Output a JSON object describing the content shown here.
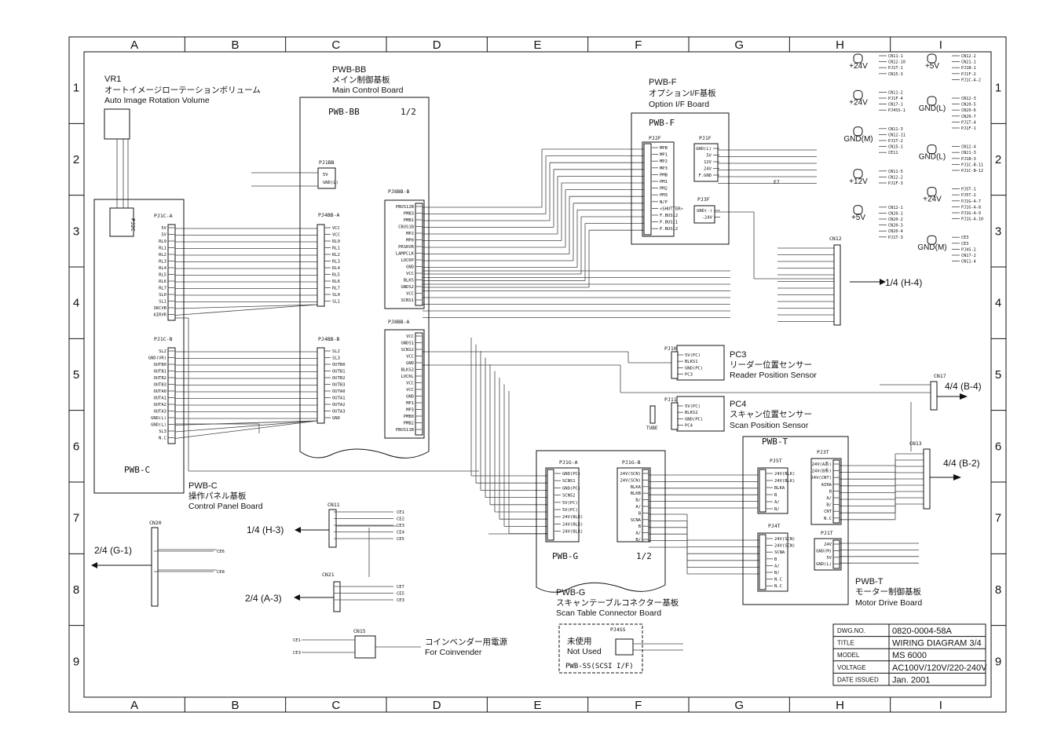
{
  "grid": {
    "columns": [
      "A",
      "B",
      "C",
      "D",
      "E",
      "F",
      "G",
      "H",
      "I"
    ],
    "rows": [
      "1",
      "2",
      "3",
      "4",
      "5",
      "6",
      "7",
      "8",
      "9"
    ]
  },
  "boards": {
    "vr1": {
      "id": "VR1",
      "jp": "オートイメージローテーションボリューム",
      "en": "Auto Image Rotation Volume"
    },
    "pwb_bb": {
      "id": "PWB-BB",
      "jp": "メイン制御基板",
      "en": "Main Control Board",
      "inner": "PWB-BB",
      "page": "1/2"
    },
    "pwb_f": {
      "id": "PWB-F",
      "jp": "オプションI/F基板",
      "en": "Option I/F Board",
      "inner": "PWB-F"
    },
    "pwb_c": {
      "id": "PWB-C",
      "jp": "操作パネル基板",
      "en": "Control Panel Board",
      "inner": "PWB-C"
    },
    "pwb_g": {
      "id": "PWB-G",
      "jp": "スキャンテーブルコネクター基板",
      "en": "Scan Table Connector Board",
      "inner": "PWB-G",
      "page": "1/2"
    },
    "pwb_t": {
      "id": "PWB-T",
      "jp": "モーター制御基板",
      "en": "Motor Drive Board",
      "inner": "PWB-T"
    },
    "pc3": {
      "id": "PC3",
      "jp": "リーダー位置センサー",
      "en": "Reader Position Sensor"
    },
    "pc4": {
      "id": "PC4",
      "jp": "スキャン位置センサー",
      "en": "Scan Position Sensor"
    },
    "coin": {
      "jp": "コインベンダー用電源",
      "en": "For Coinvender"
    },
    "pwb_ss": {
      "unused_jp": "未使用",
      "unused_en": "Not Used",
      "inner": "PWB-SS(SCSI I/F)",
      "conn": "PJ4SS"
    }
  },
  "connectors": {
    "pj1c_a": {
      "name": "PJ1C-A",
      "pins": [
        "5V",
        "5V",
        "RL9",
        "RL1",
        "RL2",
        "RL3",
        "RL4",
        "RL5",
        "RL6",
        "RL7",
        "SL0",
        "SL1",
        "SKCVB",
        "AIRVR"
      ]
    },
    "pj1c_b": {
      "name": "PJ1C-B",
      "pins": [
        "SL2",
        "GND(VR)",
        "OUTB0",
        "OUTB1",
        "OUTB2",
        "OUTB3",
        "OUTA0",
        "OUTA1",
        "OUTA2",
        "OUTA3",
        "GND(L)",
        "GND(L)",
        "SL3",
        "N.C"
      ]
    },
    "pj4bb_a": {
      "name": "PJ4BB-A",
      "pins": [
        "VCC",
        "VCC",
        "RL9",
        "RL1",
        "RL2",
        "RL3",
        "RL4",
        "RL5",
        "RL6",
        "RL7",
        "SL0",
        "SL1"
      ]
    },
    "pj4bb_b": {
      "name": "PJ4BB-B",
      "pins": [
        "SL2",
        "SL3",
        "OUTB0",
        "OUTB1",
        "OUTB2",
        "OUTB3",
        "OUTA0",
        "OUTA1",
        "OUTA2",
        "OUTA3",
        "GND"
      ]
    },
    "pj1bb": {
      "name": "PJ1BB",
      "pins": [
        "5V",
        "GND(L)"
      ]
    },
    "pj8bb_b": {
      "name": "PJ8BB-B",
      "pins": [
        "PBUS12B",
        "PMB3",
        "PMB1",
        "CBUS1B",
        "MP2",
        "MP0",
        "PRSRVR",
        "LAMPCLK",
        "LOCKP",
        "GND",
        "VCC",
        "BLKS",
        "GNDS2",
        "VCC",
        "SCNS1"
      ]
    },
    "pj8bb_a": {
      "name": "PJ8BB-A",
      "pins": [
        "VCC",
        "GNDS1",
        "SCNS2",
        "VCC",
        "GND",
        "BLKS2",
        "LOCKL",
        "VCC",
        "VCC",
        "GND",
        "MP1",
        "MP3",
        "PMB0",
        "PMB2",
        "PBUS11B"
      ]
    },
    "pj2f": {
      "name": "PJ2F",
      "pins": [
        "MPB",
        "MP1",
        "MP2",
        "MP3",
        "PMB",
        "PM1",
        "PM2",
        "PM3",
        "N/P",
        "<SHUTTER>",
        "F.BUS12",
        "P.BUS11",
        "P.BUS12"
      ]
    },
    "pj1f": {
      "name": "PJ1F",
      "pins": [
        "GND(L)",
        "5V",
        "12V",
        "24V",
        "F.GND"
      ]
    },
    "pj3f": {
      "name": "PJ3F",
      "pins": [
        "GND(-)",
        "-24V"
      ]
    },
    "pj10": {
      "name": "PJ10",
      "pins": [
        "5V(PC)",
        "BLKS1",
        "GND(PC)",
        "PC3"
      ]
    },
    "pj11": {
      "name": "PJ11",
      "pins": [
        "5V(PC)",
        "BLKS2",
        "GND(PC)",
        "PC4"
      ]
    },
    "pj1g_a": {
      "name": "PJ1G-A",
      "pins": [
        "GND(PC)",
        "SCNS1",
        "GND(PC)",
        "SCNS2",
        "5V(PC)",
        "5V(PC)",
        "24V(BLK)",
        "24V(BLK)",
        "24V(BLK)"
      ]
    },
    "pj1g_b": {
      "name": "PJ1G-B",
      "pins": [
        "24V(SCN)",
        "24V(SCN)",
        "BLKA",
        "BLKB",
        "B/",
        "A/",
        "B",
        "SCNA",
        "B",
        "A/",
        "B/"
      ]
    },
    "pj5t": {
      "name": "PJ5T",
      "pins": [
        "24V(BLK)",
        "24V(BLK)",
        "BLKA",
        "B",
        "A/",
        "B/"
      ]
    },
    "pj4t": {
      "name": "PJ4T",
      "pins": [
        "24V(SCN)",
        "24V(SCN)",
        "SCNA",
        "B",
        "A/",
        "B/",
        "N.C",
        "N.C"
      ]
    },
    "pj3t": {
      "name": "PJ3T",
      "pins": [
        "24V(A系)",
        "24V(B系)",
        "24V(CNT)",
        "AIRA",
        "B",
        "A/",
        "B/",
        "CNT",
        "N.C"
      ]
    },
    "pj1t": {
      "name": "PJ1T",
      "pins": [
        "24V",
        "GND(M)",
        "5V",
        "GND(L)"
      ]
    },
    "cn12": {
      "name": "CN12"
    },
    "cn17": {
      "name": "CN17"
    },
    "cn13": {
      "name": "CN13"
    },
    "cn11": {
      "name": "CN11",
      "labels": [
        "CE1",
        "CE2",
        "CE3",
        "CE4",
        "CE5"
      ]
    },
    "cn20": {
      "name": "CN20",
      "labels": [
        "CE6",
        "CE8"
      ]
    },
    "cn21": {
      "name": "CN21",
      "labels": [
        "CE7",
        "CE5",
        "CE3"
      ]
    },
    "cn15": {
      "name": "CN15",
      "labels": [
        "CE1",
        "CE3"
      ]
    },
    "pj2c": {
      "name": "PJ2C"
    }
  },
  "refs": {
    "r1": "1/4 (H-4)",
    "r2": "4/4 (B-4)",
    "r3": "4/4 (B-2)",
    "r4": "1/4 (H-3)",
    "r5": "2/4 (G-1)",
    "r6": "2/4 (A-3)"
  },
  "legend": {
    "left": [
      {
        "sym": "+24V",
        "items": [
          "CN11-1",
          "CN12-10",
          "PJ1T-1",
          "CN15-3"
        ]
      },
      {
        "sym": "+24V",
        "items": [
          "CN11-2",
          "PJ1F-4",
          "CN17-1",
          "PJ4SS-1"
        ]
      },
      {
        "sym": "GND(M)",
        "items": [
          "CN11-3",
          "CN12-11",
          "PJ1T-2",
          "CN15-1",
          "CE11"
        ]
      },
      {
        "sym": "+12V",
        "items": [
          "CN11-5",
          "CN12-2",
          "PJ1F-3"
        ]
      },
      {
        "sym": "+5V",
        "items": [
          "CN12-1",
          "CN20-1",
          "CN20-2",
          "CN20-3",
          "CN20-4",
          "PJ1T-3"
        ]
      }
    ],
    "right": [
      {
        "sym": "+5V",
        "items": [
          "CN12-2",
          "CN21-1",
          "PJ1B-1",
          "PJ1F-2",
          "PJ1C-A-2"
        ]
      },
      {
        "sym": "GND(L)",
        "items": [
          "CN12-3",
          "CN20-5",
          "CN20-6",
          "CN20-7",
          "PJ1T-4",
          "PJ1F-1"
        ]
      },
      {
        "sym": "GND(L)",
        "items": [
          "CN12-4",
          "CN21-3",
          "PJ1B-3",
          "PJ1C-B-11",
          "PJ1C-B-12"
        ]
      },
      {
        "sym": "+24V",
        "items": [
          "PJ5T-1",
          "PJ5T-2",
          "PJ1G-A-7",
          "PJ1G-A-8",
          "PJ1G-A-9",
          "PJ1G-A-10"
        ]
      },
      {
        "sym": "GND(M)",
        "items": [
          "CE3",
          "CE3",
          "PJ4S-2",
          "CN17-2",
          "CN11-4"
        ]
      }
    ]
  },
  "titleblock": {
    "rows": [
      {
        "k": "DWG.NO.",
        "v": "0820-0004-58A"
      },
      {
        "k": "TITLE",
        "v": "WIRING DIAGRAM 3/4"
      },
      {
        "k": "MODEL",
        "v": "MS 6000"
      },
      {
        "k": "VOLTAGE",
        "v": "AC100V/120V/220-240V"
      },
      {
        "k": "DATE ISSUED",
        "v": "Jan. 2001"
      }
    ]
  },
  "misc": {
    "tube": "TUBE",
    "e7": "E7"
  }
}
